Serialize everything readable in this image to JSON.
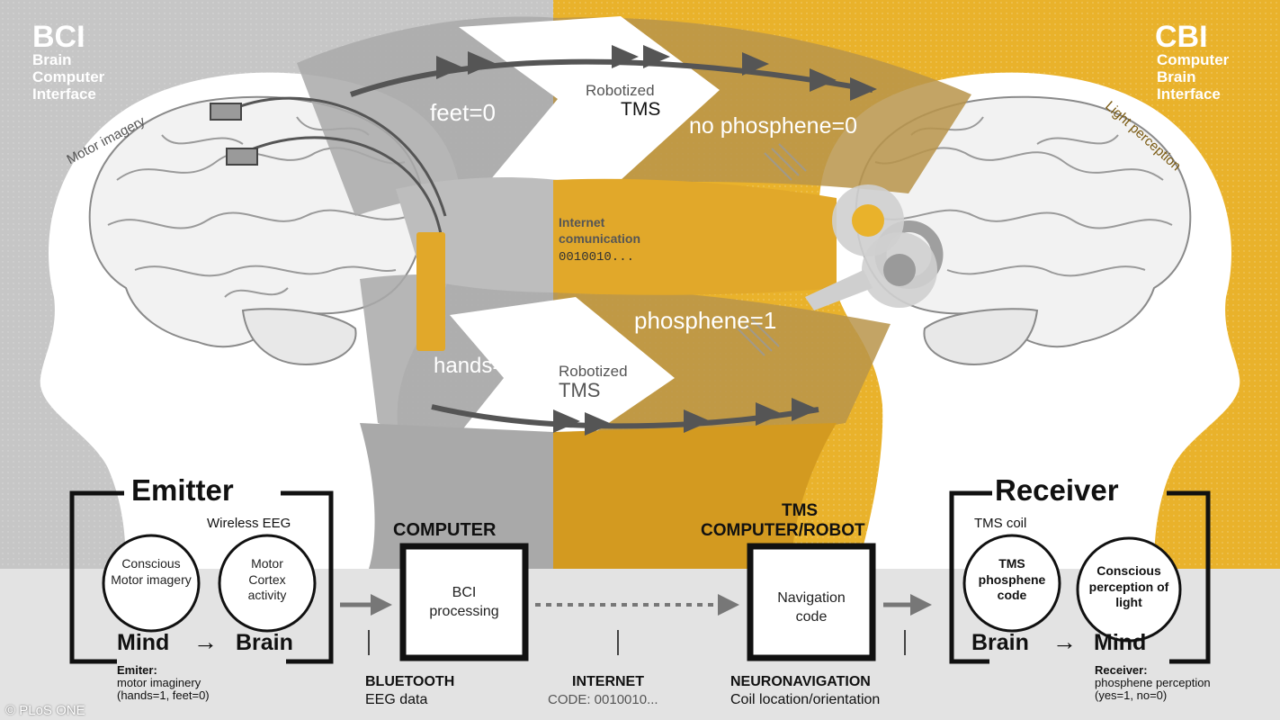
{
  "bci": {
    "abbr": "BCI",
    "line1": "Brain",
    "line2": "Computer",
    "line3": "Interface"
  },
  "cbi": {
    "abbr": "CBI",
    "line1": "Computer",
    "line2": "Brain",
    "line3": "Interface"
  },
  "motor_imagery_label": "Motor imagery",
  "light_perception_label": "Light perception",
  "top_path": {
    "code": "feet=0",
    "tms_line1": "Robotized",
    "tms_line2": "TMS",
    "result": "no phosphene=0"
  },
  "bottom_path": {
    "code": "hands=1",
    "tms_line1": "Robotized",
    "tms_line2": "TMS",
    "result": "phosphene=1"
  },
  "internet_comm": {
    "line1": "Internet",
    "line2": "comunication",
    "bits": "0010010..."
  },
  "emitter": {
    "title": "Emitter",
    "device": "Wireless EEG",
    "circle1": "Conscious Motor imagery",
    "circle2": "Motor Cortex activity",
    "mind": "Mind",
    "arrow": "→",
    "brain": "Brain",
    "note_title": "Emiter:",
    "note_line1": "motor imaginery",
    "note_line2": "(hands=1, feet=0)"
  },
  "computer": {
    "title": "COMPUTER",
    "box": "BCI processing",
    "link_title": "BLUETOOTH",
    "link_sub": "EEG data"
  },
  "internet": {
    "title": "INTERNET",
    "sub": "CODE: 0010010..."
  },
  "tms_robot": {
    "title_line1": "TMS",
    "title_line2": "COMPUTER/ROBOT",
    "box": "Navigation code",
    "link_title": "NEURONAVIGATION",
    "link_sub": "Coil location/orientation"
  },
  "receiver": {
    "title": "Receiver",
    "device": "TMS coil",
    "circle1": "TMS phosphene code",
    "circle2": "Conscious perception of light",
    "brain": "Brain",
    "arrow": "→",
    "mind": "Mind",
    "note_title": "Receiver:",
    "note_line1": "phosphene perception",
    "note_line2": "(yes=1, no=0)"
  },
  "credit": "© PLoS ONE",
  "colors": {
    "gray_bg": "#c6c6c6",
    "yellow_bg": "#e9b22b",
    "dark_gold": "#b9944a",
    "dark_gray": "#6f6f6f",
    "band": "#e3e3e3"
  }
}
